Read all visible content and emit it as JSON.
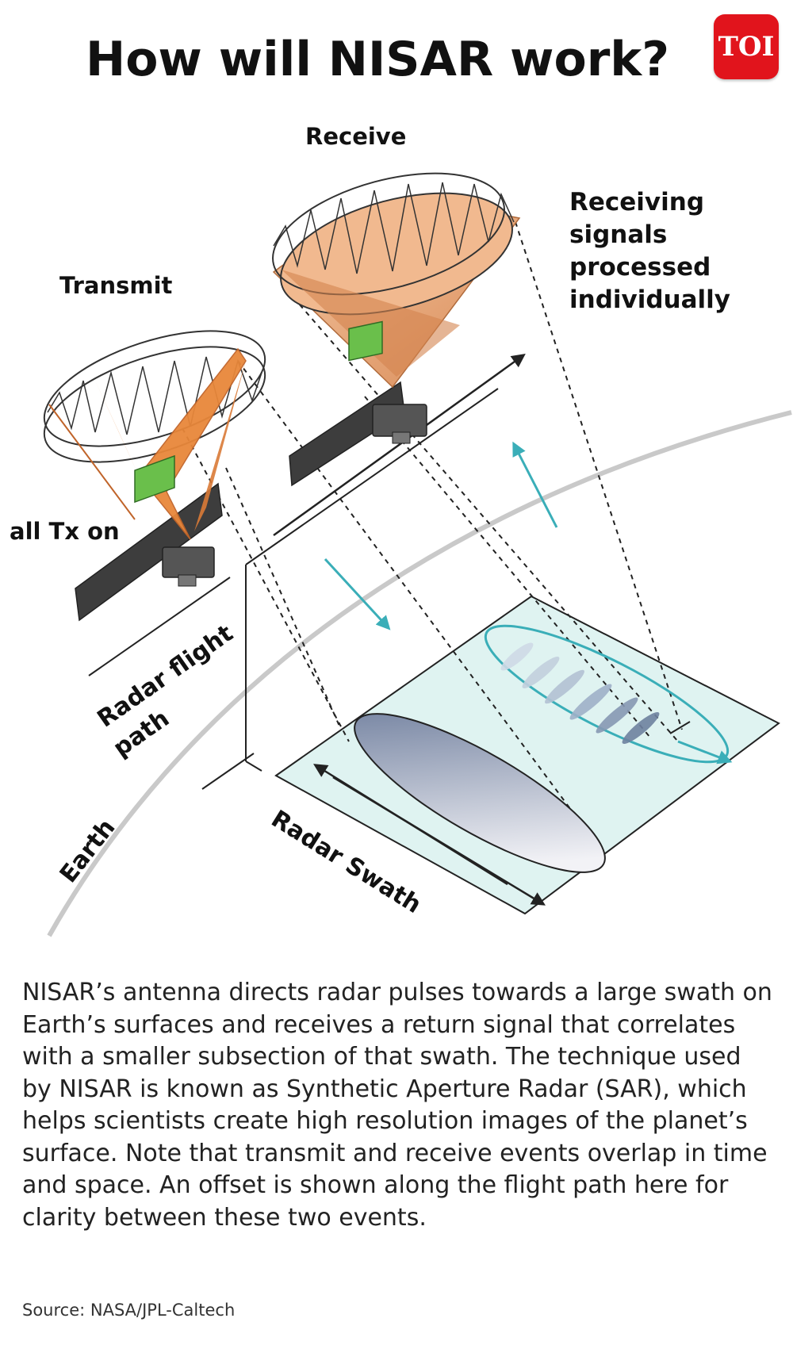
{
  "title": "How will NISAR work?",
  "logo_text": "TOI",
  "labels": {
    "receive": "Receive",
    "transmit": "Transmit",
    "receiving_line1": "Receiving",
    "receiving_line2": "signals",
    "receiving_line3": "processed",
    "receiving_line4": "individually",
    "all_tx_on": "all Tx on",
    "radar_flight_line1": "Radar flight",
    "radar_flight_line2": "path",
    "earth": "Earth",
    "radar_swath": "Radar Swath"
  },
  "description": "NISAR’s antenna directs radar pulses towards a large swath on Earth’s surfaces and receives a return signal that correlates with a smaller subsection of that swath. The technique used by NISAR is known as Synthetic Aperture Radar (SAR), which helps scientists create high resolution images of the planet’s surface. Note that transmit and receive events overlap in time and space. An offset is shown along the flight path here for clarity between these two events.",
  "source": "Source: NASA/JPL-Caltech",
  "colors": {
    "logo_red": "#e1141c",
    "swath_fill": "#dff3f1",
    "teal_arrow": "#3aaeb8",
    "beam_orange": "#e8873a",
    "cone_peach": "#f1b98f",
    "bus_green": "#6abf4b"
  }
}
